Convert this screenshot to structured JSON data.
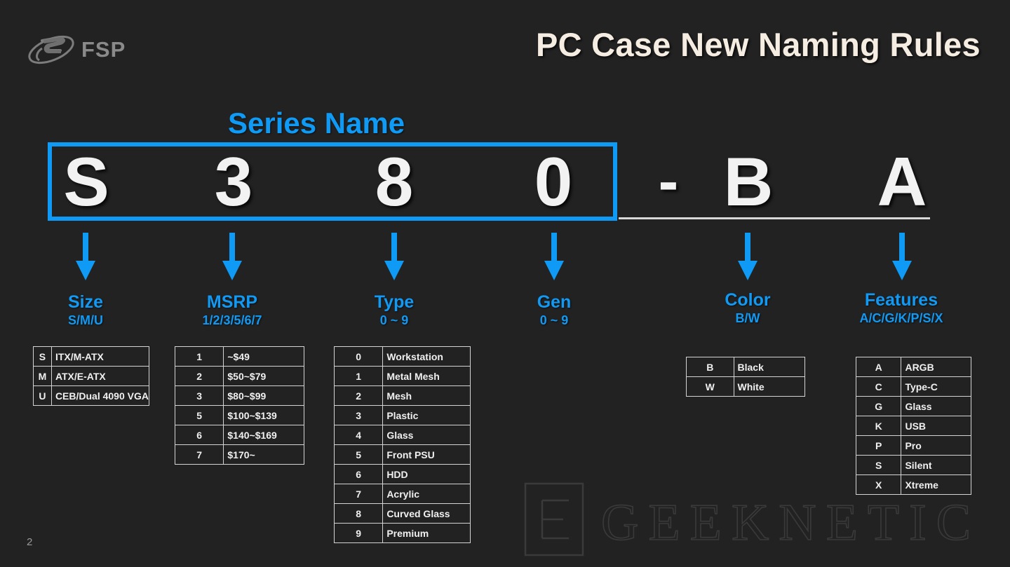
{
  "brand": {
    "wordmark": "FSP",
    "logo_icon": "fsp-swoosh-logo"
  },
  "header": {
    "title": "PC Case New Naming Rules"
  },
  "colors": {
    "background": "#222222",
    "accent_blue": "#0f9bf5",
    "title_text": "#f6ede2",
    "code_text": "#f2f2f2",
    "table_border": "#d4d4d4"
  },
  "series_box": {
    "label": "Series Name"
  },
  "code": {
    "characters": [
      "S",
      "3",
      "8",
      "0",
      "-",
      "B",
      "A"
    ]
  },
  "segments": [
    {
      "title": "Size",
      "subtitle": "S/M/U"
    },
    {
      "title": "MSRP",
      "subtitle": "1/2/3/5/6/7"
    },
    {
      "title": "Type",
      "subtitle": "0 ~ 9"
    },
    {
      "title": "Gen",
      "subtitle": "0 ~ 9"
    },
    {
      "title": "Color",
      "subtitle": "B/W"
    },
    {
      "title": "Features",
      "subtitle": "A/C/G/K/P/S/X"
    }
  ],
  "tables": {
    "size": {
      "rows": [
        {
          "key": "S",
          "value": "ITX/M-ATX"
        },
        {
          "key": "M",
          "value": "ATX/E-ATX"
        },
        {
          "key": "U",
          "value": "CEB/Dual 4090 VGA"
        }
      ]
    },
    "msrp": {
      "rows": [
        {
          "key": "1",
          "value": "~$49"
        },
        {
          "key": "2",
          "value": "$50~$79"
        },
        {
          "key": "3",
          "value": "$80~$99"
        },
        {
          "key": "5",
          "value": "$100~$139"
        },
        {
          "key": "6",
          "value": "$140~$169"
        },
        {
          "key": "7",
          "value": "$170~"
        }
      ]
    },
    "type": {
      "rows": [
        {
          "key": "0",
          "value": "Workstation"
        },
        {
          "key": "1",
          "value": "Metal Mesh"
        },
        {
          "key": "2",
          "value": "Mesh"
        },
        {
          "key": "3",
          "value": "Plastic"
        },
        {
          "key": "4",
          "value": "Glass"
        },
        {
          "key": "5",
          "value": "Front PSU"
        },
        {
          "key": "6",
          "value": "HDD"
        },
        {
          "key": "7",
          "value": "Acrylic"
        },
        {
          "key": "8",
          "value": "Curved Glass"
        },
        {
          "key": "9",
          "value": "Premium"
        }
      ]
    },
    "color": {
      "rows": [
        {
          "key": "B",
          "value": "Black"
        },
        {
          "key": "W",
          "value": "White"
        }
      ]
    },
    "features": {
      "rows": [
        {
          "key": "A",
          "value": "ARGB"
        },
        {
          "key": "C",
          "value": "Type-C"
        },
        {
          "key": "G",
          "value": "Glass"
        },
        {
          "key": "K",
          "value": "USB"
        },
        {
          "key": "P",
          "value": "Pro"
        },
        {
          "key": "S",
          "value": "Silent"
        },
        {
          "key": "X",
          "value": "Xtreme"
        }
      ]
    }
  },
  "watermark": {
    "text": "GEEKNETIC",
    "badge_letter": "E"
  },
  "footer": {
    "page_number": "2"
  }
}
